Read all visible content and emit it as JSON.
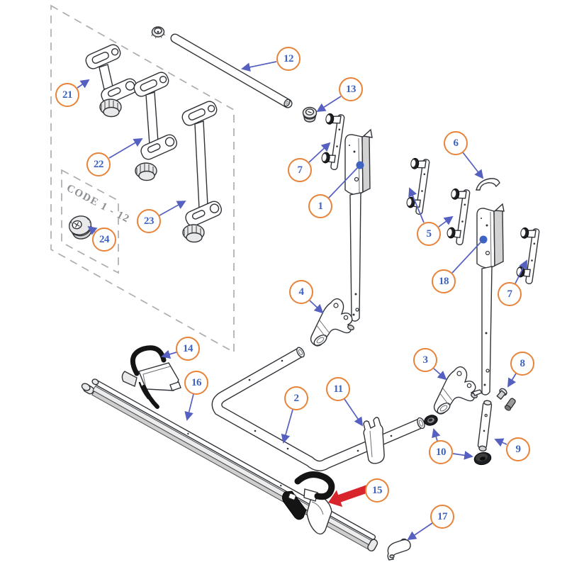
{
  "code_box": {
    "label": "CODE 1 - 12"
  },
  "callouts": {
    "c1": {
      "label": "1"
    },
    "c2": {
      "label": "2"
    },
    "c3": {
      "label": "3"
    },
    "c4": {
      "label": "4"
    },
    "c5": {
      "label": "5"
    },
    "c6": {
      "label": "6"
    },
    "c7l": {
      "label": "7"
    },
    "c7r": {
      "label": "7"
    },
    "c8": {
      "label": "8"
    },
    "c9": {
      "label": "9"
    },
    "c10": {
      "label": "10"
    },
    "c11": {
      "label": "11"
    },
    "c12": {
      "label": "12"
    },
    "c13": {
      "label": "13"
    },
    "c14": {
      "label": "14"
    },
    "c15": {
      "label": "15"
    },
    "c16": {
      "label": "16"
    },
    "c17": {
      "label": "17"
    },
    "c18": {
      "label": "18"
    },
    "c21": {
      "label": "21"
    },
    "c22": {
      "label": "22"
    },
    "c23": {
      "label": "23"
    },
    "c24": {
      "label": "24"
    }
  },
  "colors": {
    "callout_ring": "#E8843A",
    "callout_number": "#3E63C0",
    "leader": "#5560C0",
    "highlight_arrow": "#D8252B",
    "dash_gray": "#ADADAD",
    "line_ink": "#2F3338"
  }
}
